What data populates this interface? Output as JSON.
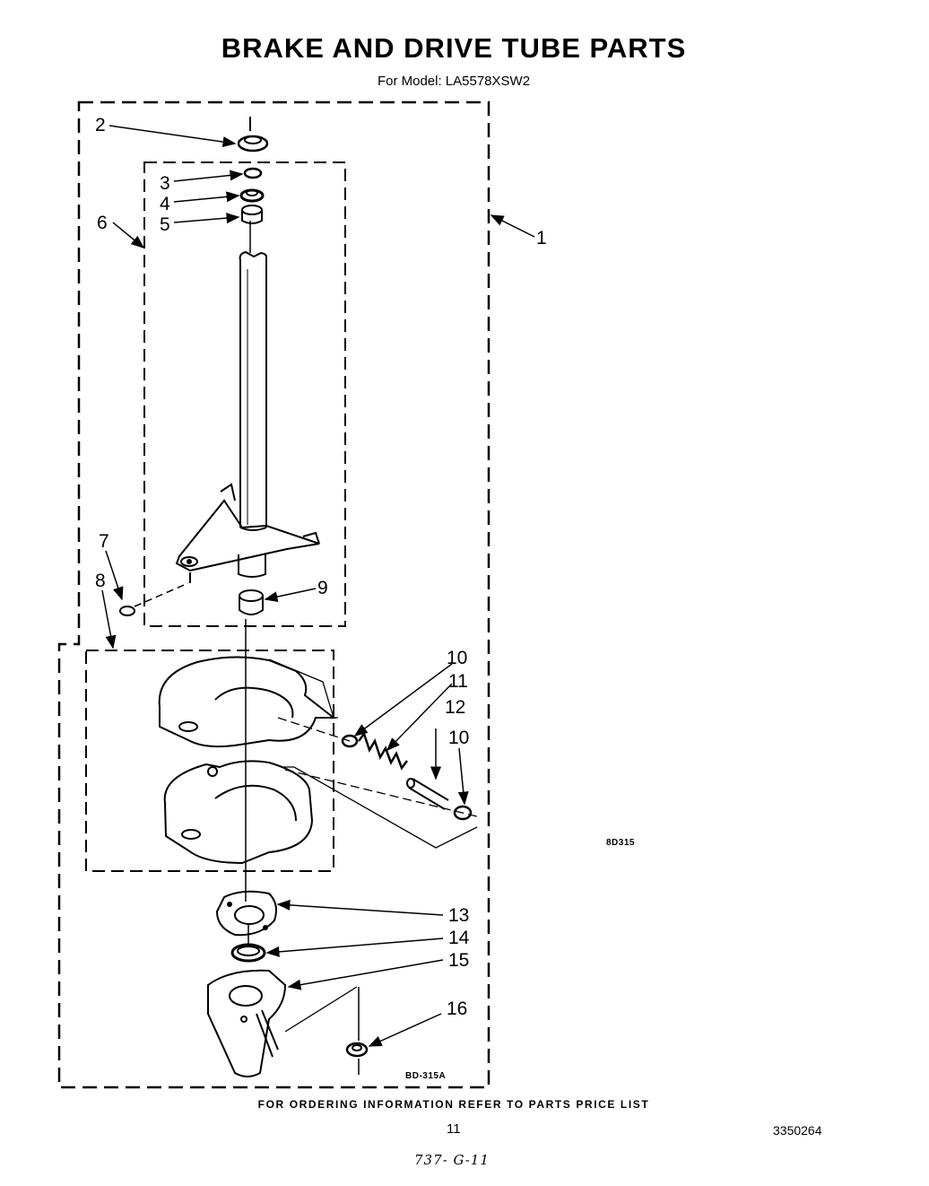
{
  "header": {
    "title": "BRAKE AND DRIVE TUBE PARTS",
    "subtitle": "For Model: LA5578XSW2"
  },
  "callouts": [
    "1",
    "2",
    "3",
    "4",
    "5",
    "6",
    "7",
    "8",
    "9",
    "10",
    "11",
    "12",
    "10",
    "13",
    "14",
    "15",
    "16"
  ],
  "diagram_codes": {
    "side_code": "8D315",
    "inner_code": "BD-315A"
  },
  "footer": {
    "order_info": "FOR ORDERING INFORMATION REFER TO PARTS PRICE LIST",
    "page_number": "11",
    "document_number": "3350264",
    "handwritten_note": "737- G-11"
  }
}
